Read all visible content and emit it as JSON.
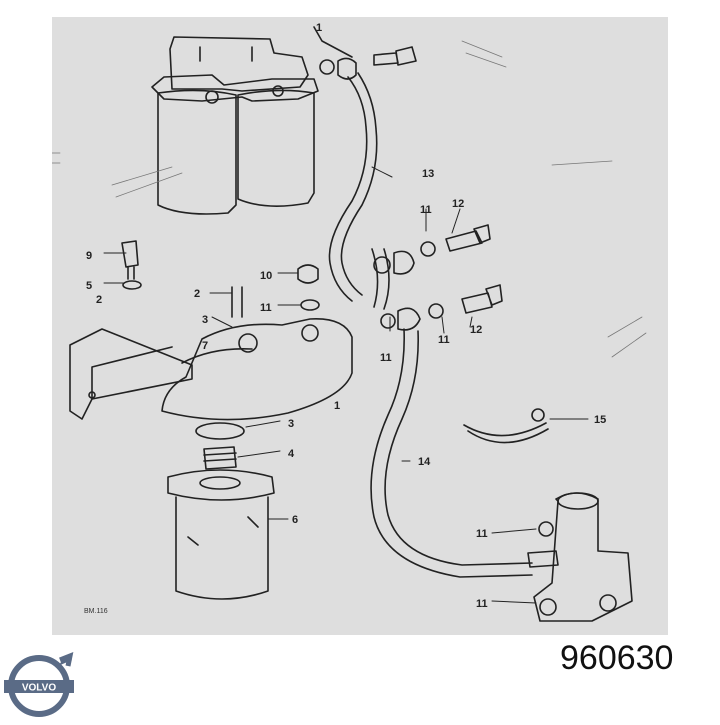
{
  "callouts": [
    {
      "id": "c1-top",
      "text": "1"
    },
    {
      "id": "c13",
      "text": "13"
    },
    {
      "id": "c11-a",
      "text": "11"
    },
    {
      "id": "c12-a",
      "text": "12"
    },
    {
      "id": "c9",
      "text": "9"
    },
    {
      "id": "c5",
      "text": "5"
    },
    {
      "id": "c2-a",
      "text": "2"
    },
    {
      "id": "c10",
      "text": "10"
    },
    {
      "id": "c11-b",
      "text": "11"
    },
    {
      "id": "c2-b",
      "text": "2"
    },
    {
      "id": "c3-a",
      "text": "3"
    },
    {
      "id": "c7",
      "text": "7"
    },
    {
      "id": "c11-c",
      "text": "11"
    },
    {
      "id": "c11-d",
      "text": "11"
    },
    {
      "id": "c12-b",
      "text": "12"
    },
    {
      "id": "c1-mid",
      "text": "1"
    },
    {
      "id": "c3-b",
      "text": "3"
    },
    {
      "id": "c4",
      "text": "4"
    },
    {
      "id": "c14",
      "text": "14"
    },
    {
      "id": "c15",
      "text": "15"
    },
    {
      "id": "c6",
      "text": "6"
    },
    {
      "id": "c11-e",
      "text": "11"
    },
    {
      "id": "c11-f",
      "text": "11"
    }
  ],
  "drawing_ref": "BM.116",
  "brand": {
    "name": "VOLVO",
    "color": "#5a6b86"
  },
  "part_number": "960630"
}
